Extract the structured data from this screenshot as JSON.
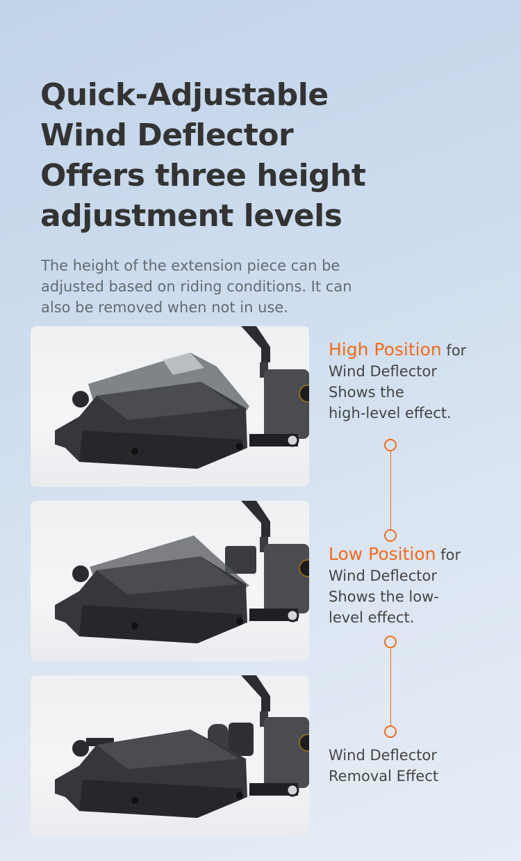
{
  "heading": {
    "lines": [
      "Quick-Adjustable",
      "Wind Deflector",
      "Offers three height",
      "adjustment levels"
    ]
  },
  "description": {
    "lines": [
      "The height of the extension piece can be",
      "adjusted based on riding conditions. It can",
      "also be removed when not in use."
    ]
  },
  "colors": {
    "accent": "#f26b1d",
    "heading": "#333333",
    "body_text": "#646a72",
    "caption_text": "#444444"
  },
  "items": [
    {
      "highlight": "High Position",
      "suffix": " for",
      "lines": [
        "Wind Deflector",
        "Shows the",
        "high-level effect."
      ],
      "image": "handguard-with-high-deflector-photo"
    },
    {
      "highlight": "Low Position",
      "suffix": " for",
      "lines": [
        "Wind Deflector",
        "Shows the low-",
        "level effect."
      ],
      "image": "handguard-with-low-deflector-photo"
    },
    {
      "highlight": "",
      "suffix": "",
      "lines": [
        "Wind Deflector",
        "Removal Effect"
      ],
      "image": "handguard-without-deflector-photo"
    }
  ]
}
